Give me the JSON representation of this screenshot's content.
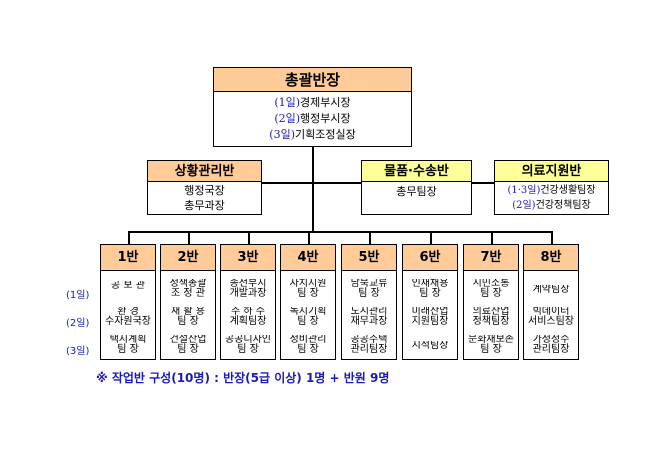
{
  "chief": {
    "title": "총괄반장",
    "rows": [
      {
        "num": "(1일)",
        "label": "경제부시장"
      },
      {
        "num": "(2일)",
        "label": "행정부시장"
      },
      {
        "num": "(3일)",
        "label": "기획조정실장"
      }
    ]
  },
  "situation": {
    "title": "상황관리반",
    "lines": [
      "행정국장",
      "총무과장"
    ]
  },
  "logistics": {
    "title": "물품·수송반",
    "lines": [
      "총무팀장"
    ]
  },
  "medical": {
    "title": "의료지원반",
    "rows": [
      {
        "num": "(1·3일)",
        "label": "건강생활팀장"
      },
      {
        "num": "(2일)",
        "label": "건강정책팀장"
      }
    ]
  },
  "row_labels": [
    "(1일)",
    "(2일)",
    "(3일)"
  ],
  "teams": [
    {
      "title": "1반",
      "cells": [
        "공 보 관",
        "환 경\n수자원국장",
        "택지계획\n팀 장"
      ]
    },
    {
      "title": "2반",
      "cells": [
        "정책총괄\n조 정 관",
        "재 활 용\n팀 장",
        "건설산업\n팀 장"
      ]
    },
    {
      "title": "3반",
      "cells": [
        "종전부지\n개발과장",
        "주 하 수\n계획팀장",
        "공공디자인\n팀 장"
      ]
    },
    {
      "title": "4반",
      "cells": [
        "자치지원\n팀 장",
        "녹지기획\n팀 장",
        "정비관리\n팀 장"
      ]
    },
    {
      "title": "5반",
      "cells": [
        "남북교류\n팀 장",
        "도시관리\n재무과장",
        "공공주택\n관리팀장"
      ]
    },
    {
      "title": "6반",
      "cells": [
        "인재채용\n팀 장",
        "미래산업\n지원팀장",
        "지적팀장"
      ]
    },
    {
      "title": "7반",
      "cells": [
        "시민소통\n팀 장",
        "의료산업\n정책팀장",
        "문화재보존\n팀 장"
      ]
    },
    {
      "title": "8반",
      "cells": [
        "계약팀장",
        "빅데이터\n서비스팀장",
        "가정정수\n관리팀장"
      ]
    }
  ],
  "note": "※  작업반 구성(10명) : 반장(5급 이상) 1명 + 반원 9명"
}
